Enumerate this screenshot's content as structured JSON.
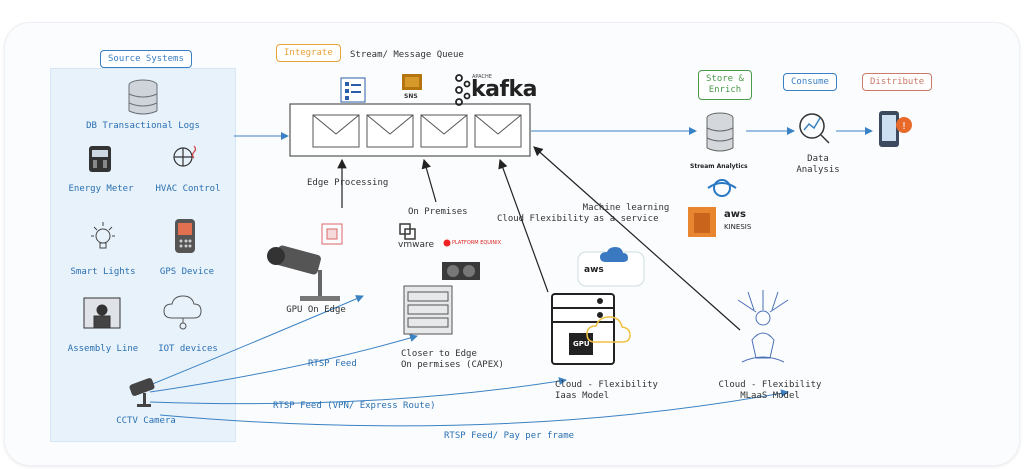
{
  "tags": {
    "source_systems": "Source Systems",
    "integrate": "Integrate",
    "store_enrich": "Store &\nEnrich",
    "consume": "Consume",
    "distribute": "Distribute"
  },
  "colors": {
    "source_systems": "#3a7fc4",
    "integrate": "#e8a23a",
    "store_enrich": "#4a9a4a",
    "consume": "#3a7fc4",
    "distribute": "#c97a6a",
    "arrow_blue": "#3a82c4",
    "arrow_dark": "#222222"
  },
  "queue": {
    "title": "Stream/ Message Queue",
    "logos": {
      "sns": "SNS",
      "kafka": "kafka",
      "kafka_prefix": "APACHE"
    }
  },
  "sources": {
    "db_logs": "DB Transactional Logs",
    "energy_meter": "Energy Meter",
    "hvac": "HVAC Control",
    "smart_lights": "Smart Lights",
    "gps": "GPS Device",
    "assembly": "Assembly Line",
    "iot": "IOT devices",
    "cctv": "CCTV Camera"
  },
  "edge": {
    "edge_processing": "Edge Processing",
    "gpu_on_edge": "GPU On Edge"
  },
  "onprem": {
    "label": "On Premises",
    "vmware": "vmware",
    "equinix": "PLATFORM EQUINIX",
    "closer": "Closer to Edge\nOn permises (CAPEX)"
  },
  "cloud": {
    "flexibility": "Cloud Flexibility",
    "iaas": "Cloud - Flexibility\nIaas Model",
    "gpu": "GPU",
    "aws": "aws"
  },
  "ml": {
    "service": "Machine learning\nas a service",
    "mlaas": "Cloud - Flexibility\nMLaaS Model"
  },
  "store": {
    "stream_analytics": "Stream Analytics",
    "aws": "aws",
    "kinesis": "KINESIS"
  },
  "consume": {
    "data_analysis": "Data\nAnalysis"
  },
  "feeds": {
    "rtsp": "RTSP Feed",
    "vpn": "RTSP Feed (VPN/ Express Route)",
    "pay": "RTSP Feed/ Pay per frame"
  }
}
